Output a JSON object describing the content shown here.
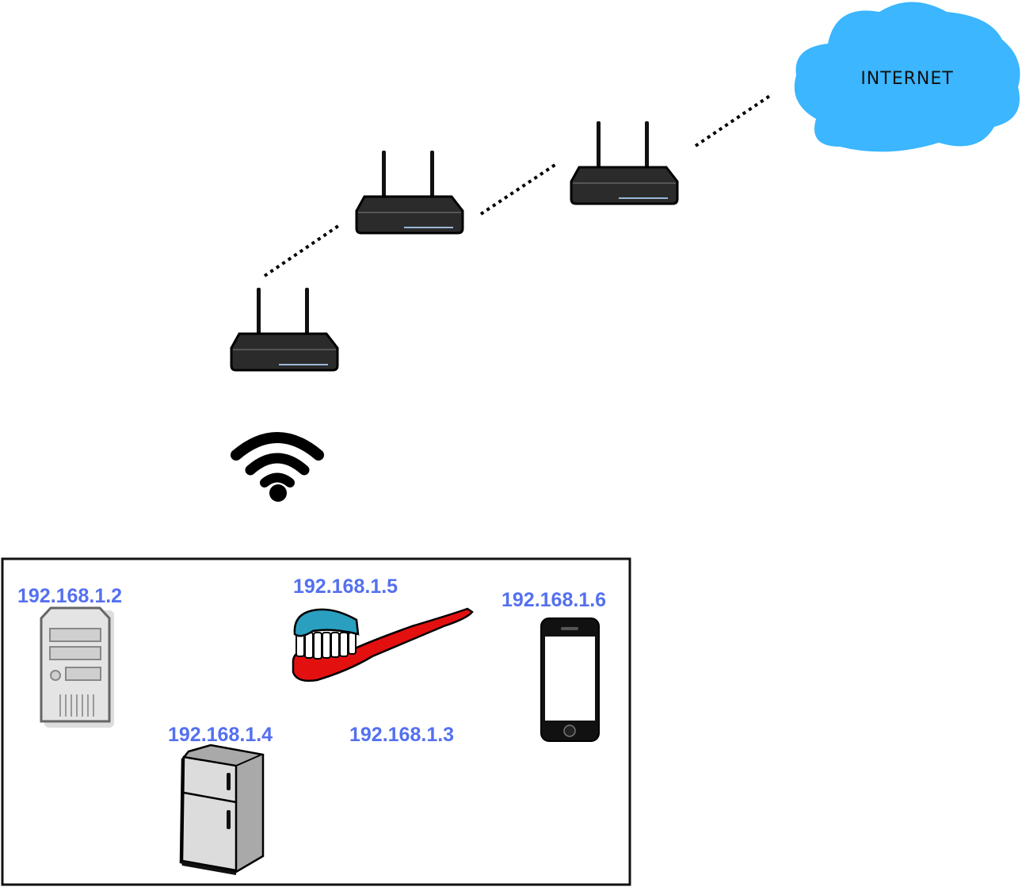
{
  "cloud": {
    "label": "INTERNET",
    "color": "#3bb6ff"
  },
  "colors": {
    "ip_label": "#5470f0",
    "router_body": "#2b2b2b",
    "toothbrush": "#e31010",
    "paste": "#2a9fc0",
    "fridge": "#c8c8c8"
  },
  "devices": [
    {
      "ip": "192.168.1.2",
      "icon": "server-icon"
    },
    {
      "ip": "192.168.1.5",
      "icon": "toothbrush-icon"
    },
    {
      "ip": "192.168.1.6",
      "icon": "smartphone-icon"
    },
    {
      "ip": "192.168.1.4",
      "icon": "fridge-icon"
    },
    {
      "ip": "192.168.1.3",
      "icon": ""
    }
  ],
  "routers": [
    "router-icon",
    "router-icon",
    "router-icon"
  ],
  "wireless": "wifi-icon"
}
